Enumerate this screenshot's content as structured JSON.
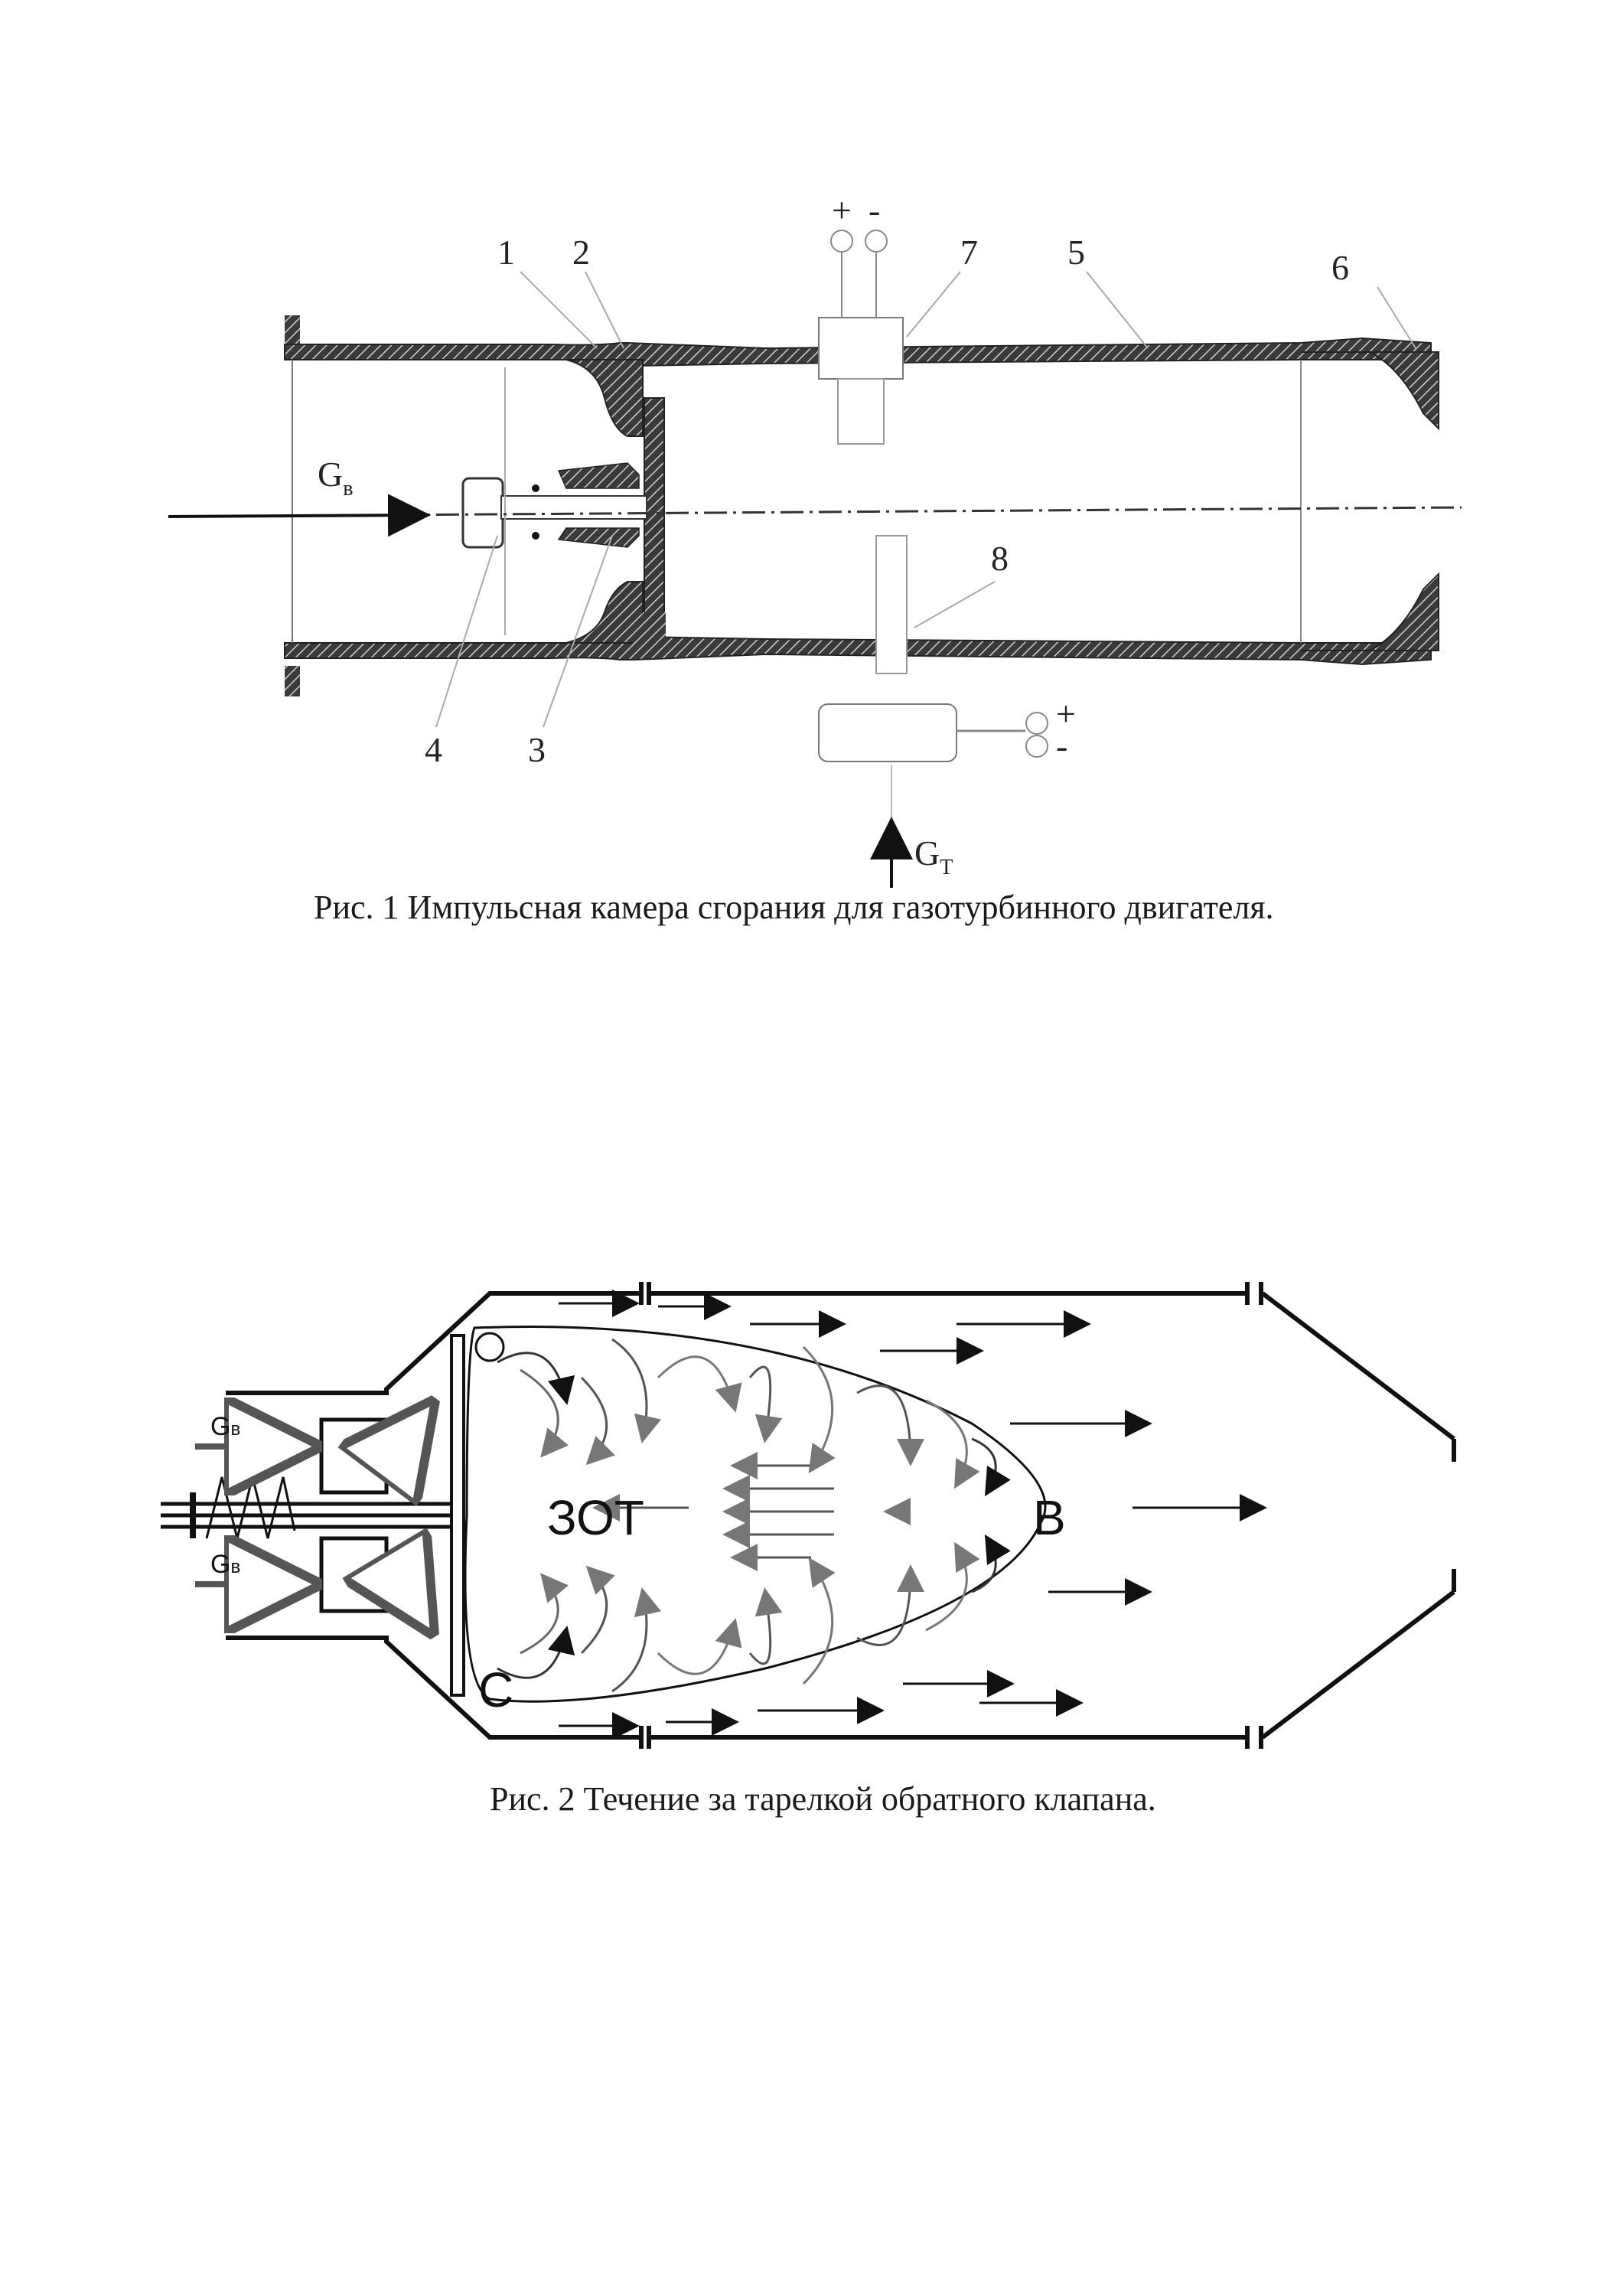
{
  "figure1": {
    "caption": "Рис. 1  Импульсная камера сгорания для газотурбинного двигателя.",
    "part_numbers": [
      "1",
      "2",
      "3",
      "4",
      "5",
      "6",
      "7",
      "8"
    ],
    "air_flow_label": "G",
    "air_flow_sub": "в",
    "fuel_flow_label": "G",
    "fuel_flow_sub": "T",
    "plus": "+",
    "minus": "-"
  },
  "figure2": {
    "caption": "Рис. 2  Течение за тарелкой обратного клапана.",
    "zone_label": "ЗОТ",
    "point_b": "B",
    "point_c": "C",
    "air_flow_label": "G",
    "air_flow_sub": "в"
  }
}
